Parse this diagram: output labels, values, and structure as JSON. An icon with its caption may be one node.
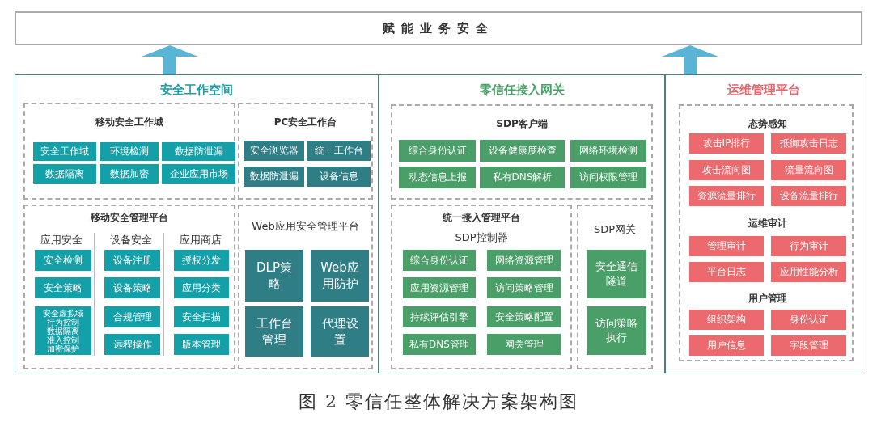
{
  "diagram": {
    "caption": "图 2 零信任整体解决方案架构图",
    "nodes": [
      {
        "text": [
          "赋能业务安全"
        ]
      },
      {
        "text": [
          "安全工作空间"
        ]
      },
      {
        "text": [
          "移动安全工作域"
        ],
        "in": 1
      },
      {
        "text": [
          "安全工作域"
        ],
        "in": 2
      },
      {
        "text": [
          "环境检测"
        ],
        "in": 2
      },
      {
        "text": [
          "数据防泄漏"
        ],
        "in": 2
      },
      {
        "text": [
          "数据隔离"
        ],
        "in": 2
      },
      {
        "text": [
          "数据加密"
        ],
        "in": 2
      },
      {
        "text": [
          "企业应用市场"
        ],
        "in": 2
      },
      {
        "text": [
          "PC安全工作台"
        ],
        "in": 1
      },
      {
        "text": [
          "安全浏览器"
        ],
        "in": 9
      },
      {
        "text": [
          "统一工作台"
        ],
        "in": 9
      },
      {
        "text": [
          "数据防泄漏"
        ],
        "in": 9
      },
      {
        "text": [
          "设备信息"
        ],
        "in": 9
      },
      {
        "text": [
          "移动安全管理平台"
        ],
        "in": 1
      },
      {
        "text": [
          "应用安全"
        ],
        "in": 14
      },
      {
        "text": [
          "安全检测"
        ],
        "in": 15
      },
      {
        "text": [
          "安全策略"
        ],
        "in": 15
      },
      {
        "text": [
          "安全虚拟域",
          "行为控制",
          "数据隔离",
          "准入控制",
          "加密保护"
        ],
        "in": 15
      },
      {
        "text": [
          "设备安全"
        ],
        "in": 14
      },
      {
        "text": [
          "设备注册"
        ],
        "in": 19
      },
      {
        "text": [
          "设备策略"
        ],
        "in": 19
      },
      {
        "text": [
          "合规管理"
        ],
        "in": 19
      },
      {
        "text": [
          "远程操作"
        ],
        "in": 19
      },
      {
        "text": [
          "应用商店"
        ],
        "in": 14
      },
      {
        "text": [
          "授权分发"
        ],
        "in": 24
      },
      {
        "text": [
          "应用分类"
        ],
        "in": 24
      },
      {
        "text": [
          "安全扫描"
        ],
        "in": 24
      },
      {
        "text": [
          "版本管理"
        ],
        "in": 24
      },
      {
        "text": [
          "Web应用安全管理平台"
        ],
        "in": 1
      },
      {
        "text": [
          "DLP策略"
        ],
        "in": 29
      },
      {
        "text": [
          "Web应用防护"
        ],
        "in": 29
      },
      {
        "text": [
          "工作台管理"
        ],
        "in": 29
      },
      {
        "text": [
          "代理设置"
        ],
        "in": 29
      },
      {
        "text": [
          "零信任接入网关"
        ]
      },
      {
        "text": [
          "SDP客户端"
        ],
        "in": 34
      },
      {
        "text": [
          "综合身份认证"
        ],
        "in": 35
      },
      {
        "text": [
          "设备健康度检查"
        ],
        "in": 35
      },
      {
        "text": [
          "网络环境检测"
        ],
        "in": 35
      },
      {
        "text": [
          "动态信息上报"
        ],
        "in": 35
      },
      {
        "text": [
          "私有DNS解析"
        ],
        "in": 35
      },
      {
        "text": [
          "访问权限管理"
        ],
        "in": 35
      },
      {
        "text": [
          "统一接入管理平台",
          "SDP控制器"
        ],
        "in": 34
      },
      {
        "text": [
          "综合身份认证"
        ],
        "in": 42
      },
      {
        "text": [
          "网络资源管理"
        ],
        "in": 42
      },
      {
        "text": [
          "应用资源管理"
        ],
        "in": 42
      },
      {
        "text": [
          "访问策略管理"
        ],
        "in": 42
      },
      {
        "text": [
          "持续评估引擎"
        ],
        "in": 42
      },
      {
        "text": [
          "安全策略配置"
        ],
        "in": 42
      },
      {
        "text": [
          "私有DNS管理"
        ],
        "in": 42
      },
      {
        "text": [
          "网关管理"
        ],
        "in": 42
      },
      {
        "text": [
          "SDP网关"
        ],
        "in": 34
      },
      {
        "text": [
          "安全通信隧道"
        ],
        "in": 51
      },
      {
        "text": [
          "访问策略执行"
        ],
        "in": 51
      },
      {
        "text": [
          "运维管理平台"
        ]
      },
      {
        "text": [],
        "shape": "box",
        "in": 54
      },
      {
        "text": [
          "态势感知"
        ],
        "in": 55
      },
      {
        "text": [
          "攻击IP排行"
        ],
        "in": 56
      },
      {
        "text": [
          "抵御攻击日志"
        ],
        "in": 56
      },
      {
        "text": [
          "攻击流向图"
        ],
        "in": 56
      },
      {
        "text": [
          "流量流向图"
        ],
        "in": 56
      },
      {
        "text": [
          "资源流量排行"
        ],
        "in": 56
      },
      {
        "text": [
          "设备流量排行"
        ],
        "in": 56
      },
      {
        "text": [
          "运维审计"
        ],
        "in": 55
      },
      {
        "text": [
          "管理审计"
        ],
        "in": 63
      },
      {
        "text": [
          "行为审计"
        ],
        "in": 63
      },
      {
        "text": [
          "平台日志"
        ],
        "in": 63
      },
      {
        "text": [
          "应用性能分析"
        ],
        "in": 63
      },
      {
        "text": [
          "用户管理"
        ],
        "in": 55
      },
      {
        "text": [
          "组织架构"
        ],
        "in": 68
      },
      {
        "text": [
          "身份认证"
        ],
        "in": 68
      },
      {
        "text": [
          "用户信息"
        ],
        "in": 68
      },
      {
        "text": [
          "字段管理"
        ],
        "in": 68
      }
    ],
    "edges": [
      {
        "from": 1,
        "to": 0,
        "arrow": "to"
      },
      {
        "from": 54,
        "to": 0,
        "arrow": "to"
      }
    ]
  }
}
